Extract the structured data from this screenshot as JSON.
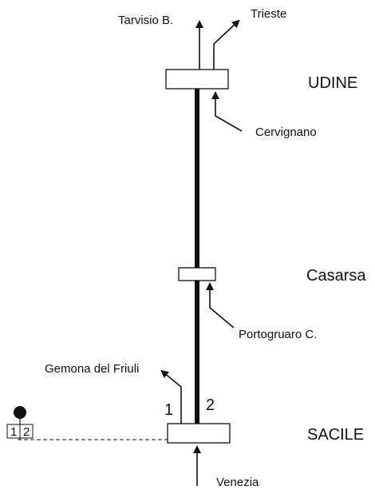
{
  "stations": {
    "udine": "UDINE",
    "casarsa": "Casarsa",
    "sacile": "SACILE"
  },
  "directions": {
    "tarvisio": "Tarvisio B.",
    "trieste": "Trieste",
    "cervignano": "Cervignano",
    "portogruaro": "Portogruaro C.",
    "gemona": "Gemona del Friuli",
    "venezia": "Venezia"
  },
  "tracks": {
    "track_1": "1",
    "track_2": "2"
  },
  "signal": {
    "left": "1",
    "right": "2"
  },
  "colors": {
    "line": "#111111",
    "box_fill": "#ffffff",
    "background": "#ffffff"
  }
}
